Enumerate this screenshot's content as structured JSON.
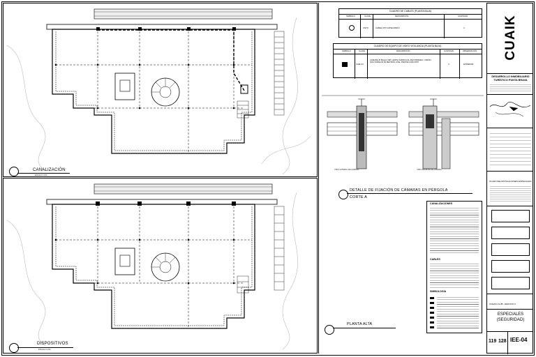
{
  "views": {
    "top_title": "CANALIZACIÓN",
    "bottom_title": "DISPOSITIVOS",
    "scale_top": "ESCALA 1:100",
    "scale_bottom": "ESCALA 1:100"
  },
  "tables": {
    "cables_title": "CUADRO DE CABLES (PLANTA BAJA)",
    "cables_headers": [
      "SIMBOLO",
      "CLAVE",
      "DESCRIPCIÓN",
      "CANTIDAD"
    ],
    "cables_row": [
      "",
      "CNTO",
      "CABLE UTP CATEGORIA 6",
      "4"
    ],
    "video_title": "CUADRO DE EQUIPO DE VIDEO VIGILANCIA (PLANTA BAJA)",
    "video_headers": [
      "SIMBOLO",
      "CLAVE",
      "DESCRIPCIÓN",
      "CANTIDAD",
      "OBSERVACIÓN"
    ],
    "video_row": [
      "",
      "CAM-VV",
      "CÁMARA IP BALA 4 MP, LENTE VARIFOCAL MOTORIZADO, VISIÓN NOCTURNA IR 50 METROS, POE, PROTECCIÓN IP67",
      "4",
      "EXTERIOR"
    ]
  },
  "detail": {
    "title": "DETALLE DE FIJACIÓN DE CÁMARAS EN PÉRGOLA",
    "subtitle": "CORTE A",
    "left_caption": "VISTA LATERAL DE CÁMARA",
    "right_caption": "VISTA FRONTAL DE CÁMARA"
  },
  "plan_label": "PLANTA ALTA",
  "notes": {
    "canalizaciones_title": "CANALIZACIONES",
    "cables_title": "CABLES",
    "simbologia_title": "SIMBOLOGÍA"
  },
  "titleblock": {
    "logo": "CUAIK",
    "project_title": "DESARROLLO INMOBILIARIO TURÍSTICO PUNTA BRAVA",
    "plan_name": "PLANO IEE-INSTALACIONES ESPECIALES",
    "location": "OCEAN CLUB - EDIFICIO A",
    "sheet_title_1": "ESPECIALES",
    "sheet_title_2": "(SEGURIDAD)",
    "sheet_number": "119",
    "sheet_total": "128",
    "drawing_code": "IEE-04"
  }
}
